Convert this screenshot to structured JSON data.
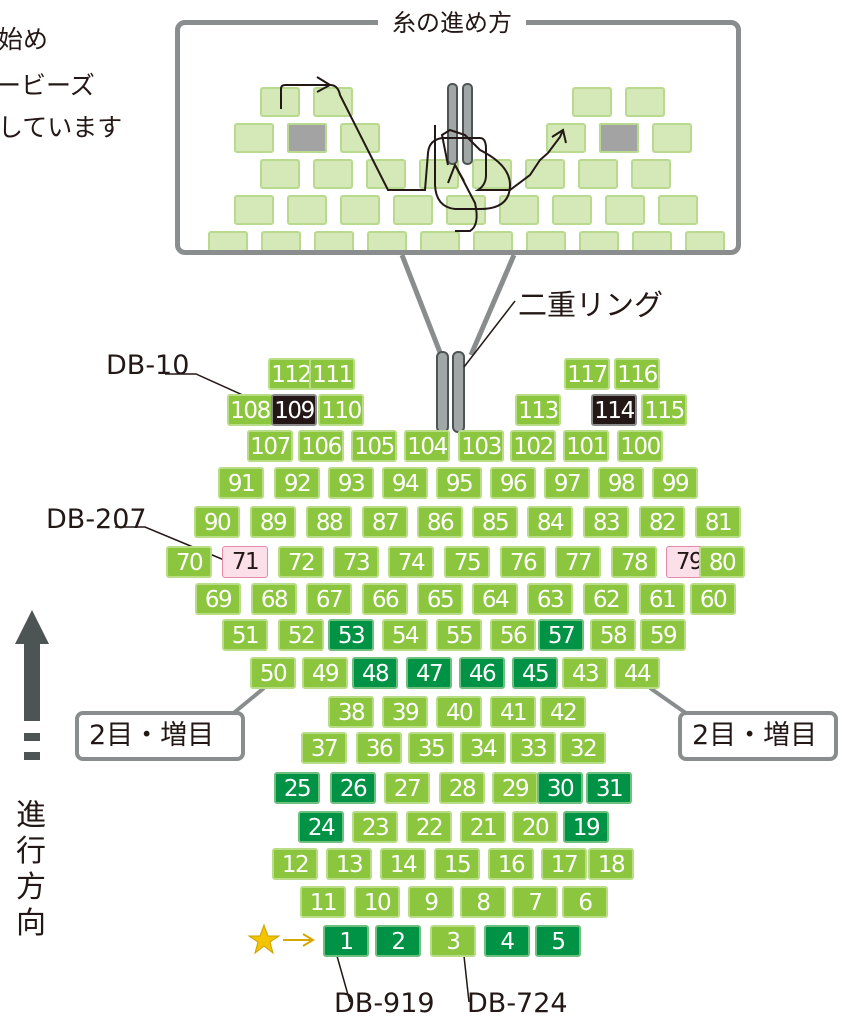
{
  "top_left_text": [
    "始め",
    "ービーズ",
    "しています"
  ],
  "inset": {
    "title": "糸の進め方"
  },
  "labels": {
    "double_ring": "二重リング",
    "db10": "DB-10",
    "db207": "DB-207",
    "db919": "DB-919",
    "db724": "DB-724",
    "increase_left": "2目・増目",
    "increase_right": "2目・増目",
    "direction": [
      "進",
      "行",
      "方",
      "向"
    ]
  },
  "colors": {
    "light_green": "#8cc63f",
    "dark_green": "#009245",
    "black_bead": "#231815",
    "pink_bead": "#fbe0ea",
    "arrow_gray": "#4d5554",
    "star": "#f5c400"
  },
  "beads": [
    {
      "n": "112",
      "c": "l"
    },
    {
      "n": "111",
      "c": "l"
    },
    {
      "n": "117",
      "c": "l"
    },
    {
      "n": "116",
      "c": "l"
    },
    {
      "n": "108",
      "c": "l"
    },
    {
      "n": "109",
      "c": "b"
    },
    {
      "n": "110",
      "c": "l"
    },
    {
      "n": "113",
      "c": "l"
    },
    {
      "n": "114",
      "c": "b"
    },
    {
      "n": "115",
      "c": "l"
    },
    {
      "n": "107",
      "c": "l"
    },
    {
      "n": "106",
      "c": "l"
    },
    {
      "n": "105",
      "c": "l"
    },
    {
      "n": "104",
      "c": "l"
    },
    {
      "n": "103",
      "c": "l"
    },
    {
      "n": "102",
      "c": "l"
    },
    {
      "n": "101",
      "c": "l"
    },
    {
      "n": "100",
      "c": "l"
    },
    {
      "n": "91",
      "c": "l"
    },
    {
      "n": "92",
      "c": "l"
    },
    {
      "n": "93",
      "c": "l"
    },
    {
      "n": "94",
      "c": "l"
    },
    {
      "n": "95",
      "c": "l"
    },
    {
      "n": "96",
      "c": "l"
    },
    {
      "n": "97",
      "c": "l"
    },
    {
      "n": "98",
      "c": "l"
    },
    {
      "n": "99",
      "c": "l"
    },
    {
      "n": "90",
      "c": "l"
    },
    {
      "n": "89",
      "c": "l"
    },
    {
      "n": "88",
      "c": "l"
    },
    {
      "n": "87",
      "c": "l"
    },
    {
      "n": "86",
      "c": "l"
    },
    {
      "n": "85",
      "c": "l"
    },
    {
      "n": "84",
      "c": "l"
    },
    {
      "n": "83",
      "c": "l"
    },
    {
      "n": "82",
      "c": "l"
    },
    {
      "n": "81",
      "c": "l"
    },
    {
      "n": "70",
      "c": "l"
    },
    {
      "n": "71",
      "c": "p"
    },
    {
      "n": "72",
      "c": "l"
    },
    {
      "n": "73",
      "c": "l"
    },
    {
      "n": "74",
      "c": "l"
    },
    {
      "n": "75",
      "c": "l"
    },
    {
      "n": "76",
      "c": "l"
    },
    {
      "n": "77",
      "c": "l"
    },
    {
      "n": "78",
      "c": "l"
    },
    {
      "n": "79",
      "c": "p"
    },
    {
      "n": "80",
      "c": "l"
    },
    {
      "n": "69",
      "c": "l"
    },
    {
      "n": "68",
      "c": "l"
    },
    {
      "n": "67",
      "c": "l"
    },
    {
      "n": "66",
      "c": "l"
    },
    {
      "n": "65",
      "c": "l"
    },
    {
      "n": "64",
      "c": "l"
    },
    {
      "n": "63",
      "c": "l"
    },
    {
      "n": "62",
      "c": "l"
    },
    {
      "n": "61",
      "c": "l"
    },
    {
      "n": "60",
      "c": "l"
    },
    {
      "n": "51",
      "c": "l"
    },
    {
      "n": "52",
      "c": "l"
    },
    {
      "n": "53",
      "c": "d"
    },
    {
      "n": "54",
      "c": "l"
    },
    {
      "n": "55",
      "c": "l"
    },
    {
      "n": "56",
      "c": "l"
    },
    {
      "n": "57",
      "c": "d"
    },
    {
      "n": "58",
      "c": "l"
    },
    {
      "n": "59",
      "c": "l"
    },
    {
      "n": "50",
      "c": "l"
    },
    {
      "n": "49",
      "c": "l"
    },
    {
      "n": "48",
      "c": "d"
    },
    {
      "n": "47",
      "c": "d"
    },
    {
      "n": "46",
      "c": "d"
    },
    {
      "n": "45",
      "c": "d"
    },
    {
      "n": "43",
      "c": "l"
    },
    {
      "n": "44",
      "c": "l"
    },
    {
      "n": "38",
      "c": "l"
    },
    {
      "n": "39",
      "c": "l"
    },
    {
      "n": "40",
      "c": "l"
    },
    {
      "n": "41",
      "c": "l"
    },
    {
      "n": "42",
      "c": "l"
    },
    {
      "n": "37",
      "c": "l"
    },
    {
      "n": "36",
      "c": "l"
    },
    {
      "n": "35",
      "c": "l"
    },
    {
      "n": "34",
      "c": "l"
    },
    {
      "n": "33",
      "c": "l"
    },
    {
      "n": "32",
      "c": "l"
    },
    {
      "n": "25",
      "c": "d"
    },
    {
      "n": "26",
      "c": "d"
    },
    {
      "n": "27",
      "c": "l"
    },
    {
      "n": "28",
      "c": "l"
    },
    {
      "n": "29",
      "c": "l"
    },
    {
      "n": "30",
      "c": "d"
    },
    {
      "n": "31",
      "c": "d"
    },
    {
      "n": "24",
      "c": "d"
    },
    {
      "n": "23",
      "c": "l"
    },
    {
      "n": "22",
      "c": "l"
    },
    {
      "n": "21",
      "c": "l"
    },
    {
      "n": "20",
      "c": "l"
    },
    {
      "n": "19",
      "c": "d"
    },
    {
      "n": "12",
      "c": "l"
    },
    {
      "n": "13",
      "c": "l"
    },
    {
      "n": "14",
      "c": "l"
    },
    {
      "n": "15",
      "c": "l"
    },
    {
      "n": "16",
      "c": "l"
    },
    {
      "n": "17",
      "c": "l"
    },
    {
      "n": "18",
      "c": "l"
    },
    {
      "n": "11",
      "c": "l"
    },
    {
      "n": "10",
      "c": "l"
    },
    {
      "n": "9",
      "c": "l"
    },
    {
      "n": "8",
      "c": "l"
    },
    {
      "n": "7",
      "c": "l"
    },
    {
      "n": "6",
      "c": "l"
    },
    {
      "n": "1",
      "c": "d"
    },
    {
      "n": "2",
      "c": "d"
    },
    {
      "n": "3",
      "c": "l"
    },
    {
      "n": "4",
      "c": "d"
    },
    {
      "n": "5",
      "c": "d"
    }
  ]
}
